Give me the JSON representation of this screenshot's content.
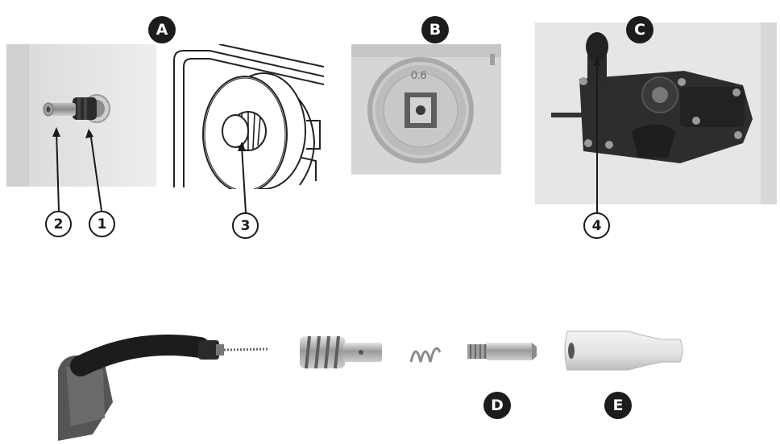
{
  "badges": {
    "a": "A",
    "b": "B",
    "c": "C",
    "d": "D",
    "e": "E"
  },
  "callouts": {
    "n1": "1",
    "n2": "2",
    "n3": "3",
    "n4": "4"
  },
  "spool_marking": "0.6",
  "colors": {
    "badge": "#1c1c1c",
    "line": "#1a1a1a",
    "photo_bg": "#e4e4e4"
  }
}
